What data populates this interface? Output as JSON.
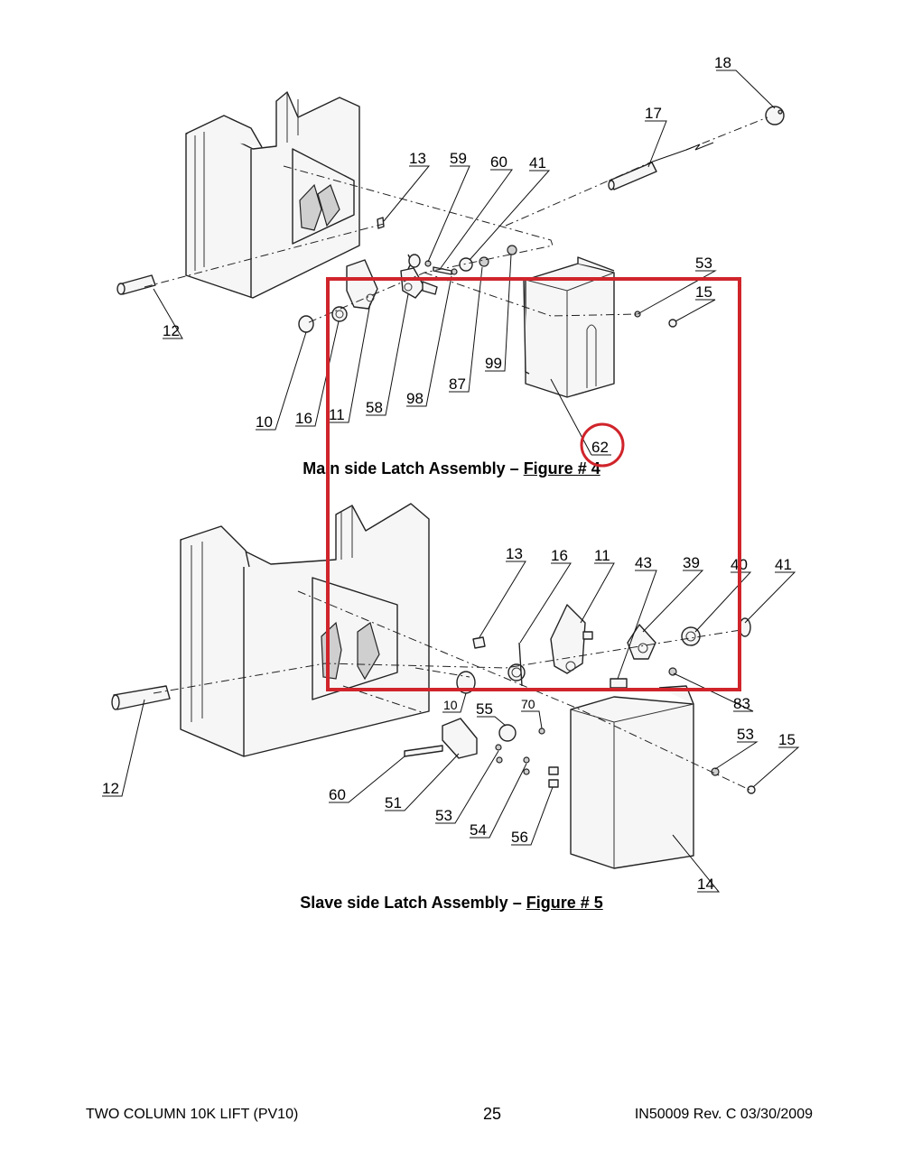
{
  "figures": [
    {
      "caption_prefix": "Main side Latch Assembly – ",
      "caption_figure": "Figure # 4",
      "callouts": [
        "18",
        "17",
        "13",
        "59",
        "60",
        "41",
        "53",
        "15",
        "12",
        "10",
        "16",
        "11",
        "58",
        "98",
        "87",
        "99",
        "62"
      ]
    },
    {
      "caption_prefix": "Slave side Latch Assembly – ",
      "caption_figure": "Figure # 5",
      "callouts": [
        "13",
        "16",
        "11",
        "43",
        "39",
        "40",
        "41",
        "83",
        "10",
        "55",
        "70",
        "53",
        "15",
        "12",
        "60",
        "51",
        "53",
        "54",
        "56",
        "14"
      ]
    }
  ],
  "highlight": {
    "circled_callout": "62",
    "color": "#d0242b"
  },
  "footer": {
    "left": "TWO COLUMN 10K LIFT (PV10)",
    "page_number": "25",
    "right": "IN50009 Rev. C 03/30/2009"
  }
}
